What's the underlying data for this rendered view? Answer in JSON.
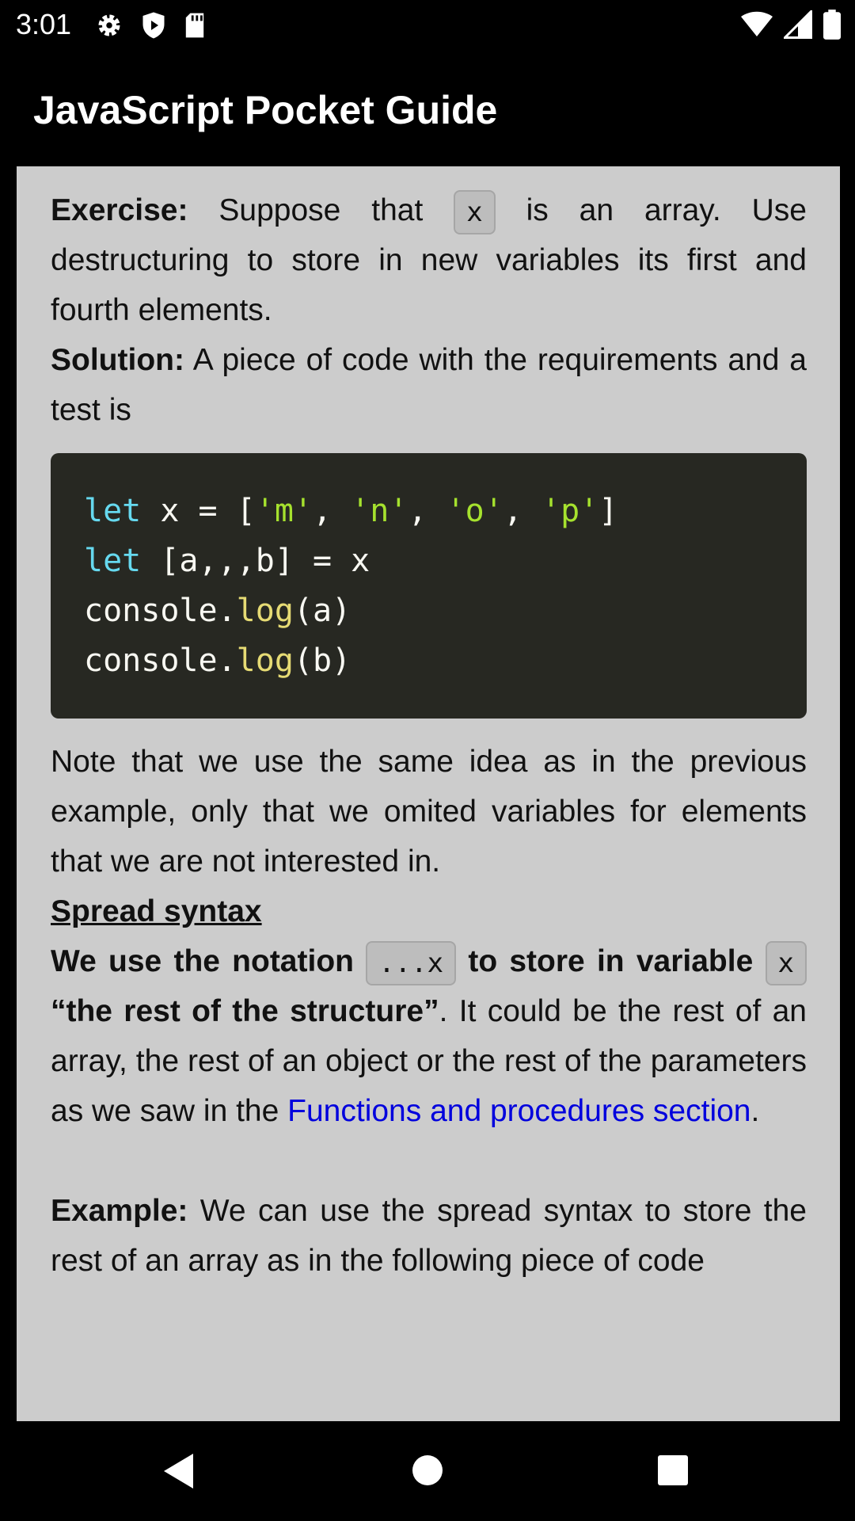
{
  "status_bar": {
    "time": "3:01",
    "icons_left": [
      "settings-icon",
      "shield-icon",
      "sd-card-icon"
    ],
    "icons_right": [
      "wifi-icon",
      "signal-icon",
      "battery-icon"
    ]
  },
  "app_bar": {
    "title": "JavaScript Pocket Guide"
  },
  "content": {
    "exercise": {
      "label": "Exercise:",
      "text_1": "Suppose that",
      "inline_code": "x",
      "text_2": "is an array. Use destructuring to store in new variables its first and fourth elements."
    },
    "solution": {
      "label": "Solution:",
      "text": "A piece of code with the requirements and a test is"
    },
    "code_lines": {
      "l1_kw": "let",
      "l1_a": " x = [",
      "l1_s1": "'m'",
      "l1_c1": ", ",
      "l1_s2": "'n'",
      "l1_c2": ", ",
      "l1_s3": "'o'",
      "l1_c3": ", ",
      "l1_s4": "'p'",
      "l1_end": "]",
      "l2_kw": "let",
      "l2_rest": " [a,,,b] = x",
      "l3_obj": "console.",
      "l3_fn": "log",
      "l3_arg": "(a)",
      "l4_obj": "console.",
      "l4_fn": "log",
      "l4_arg": "(b)"
    },
    "note": "Note that we use the same idea as in the previous example, only that we omited variables for elements that we are not interested in.",
    "spread": {
      "heading": "Spread syntax",
      "bold_1": "We use the notation",
      "code_1": "...x",
      "bold_2": "to store in variable",
      "code_2": "x",
      "bold_3": "“the rest of the structure”",
      "text_1": ". It could be the rest of an array, the rest of an object or the rest of the parameters as we saw in the",
      "link": "Functions and procedures section",
      "text_2": "."
    },
    "example": {
      "label": "Example:",
      "text": "We can use the spread syntax to store the rest of an array as in the following piece of code"
    }
  },
  "nav_bar": {
    "buttons": [
      "back-icon",
      "home-icon",
      "recents-icon"
    ]
  }
}
